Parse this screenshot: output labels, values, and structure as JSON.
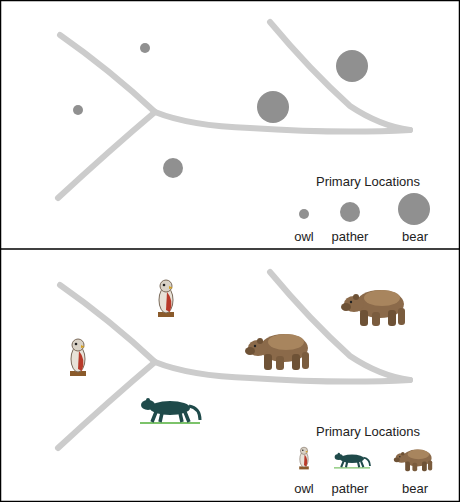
{
  "diagram": {
    "labels": [
      "Primary Locations",
      "Primary Locations"
    ],
    "legend": [
      {
        "text": "owl"
      },
      {
        "text": "pather"
      },
      {
        "text": "bear"
      },
      {
        "text": "owl"
      },
      {
        "text": "pather"
      },
      {
        "text": "bear"
      }
    ]
  }
}
